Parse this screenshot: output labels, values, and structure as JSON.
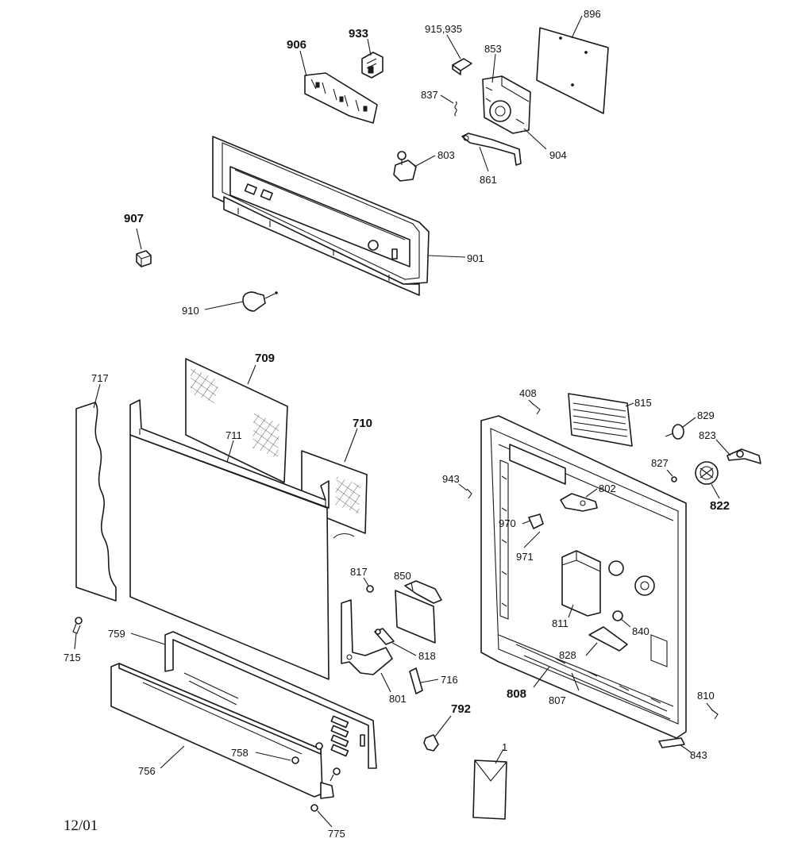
{
  "footer": {
    "date": "12/01"
  },
  "callouts": {
    "c896": "896",
    "c933": "933",
    "c906": "906",
    "c915": "915,935",
    "c853": "853",
    "c837": "837",
    "c904": "904",
    "c803": "803",
    "c861": "861",
    "c907": "907",
    "c901": "901",
    "c910": "910",
    "c709": "709",
    "c717": "717",
    "c711": "711",
    "c710": "710",
    "c408": "408",
    "c815": "815",
    "c829": "829",
    "c823": "823",
    "c827": "827",
    "c822": "822",
    "c943": "943",
    "c802": "802",
    "c970": "970",
    "c971": "971",
    "c817": "817",
    "c850": "850",
    "c811": "811",
    "c840": "840",
    "c828": "828",
    "c818": "818",
    "c716": "716",
    "c801": "801",
    "c715": "715",
    "c759": "759",
    "c808": "808",
    "c807": "807",
    "c810": "810",
    "c792": "792",
    "c758": "758",
    "c756": "756",
    "c1": "1",
    "c843": "843",
    "c775": "775"
  }
}
